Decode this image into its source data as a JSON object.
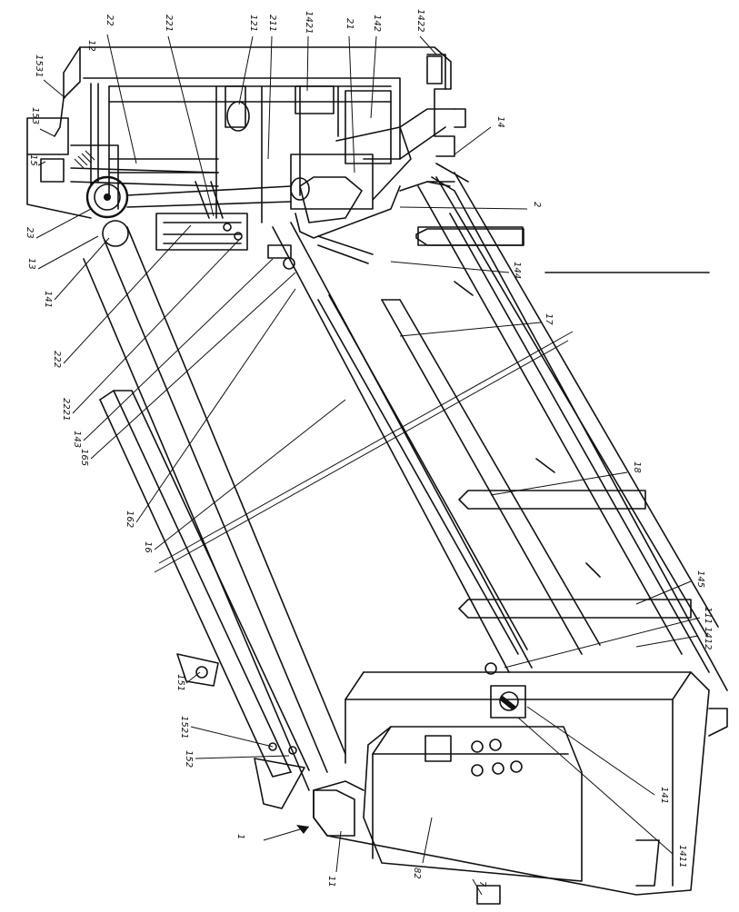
{
  "labels": [
    {
      "id": "l12",
      "text": "12"
    },
    {
      "id": "l22",
      "text": "22"
    },
    {
      "id": "l221",
      "text": "221"
    },
    {
      "id": "l121",
      "text": "121"
    },
    {
      "id": "l211",
      "text": "211"
    },
    {
      "id": "l1421",
      "text": "1421"
    },
    {
      "id": "l21",
      "text": "21"
    },
    {
      "id": "l142",
      "text": "142"
    },
    {
      "id": "l1422",
      "text": "1422"
    },
    {
      "id": "l1531",
      "text": "1531"
    },
    {
      "id": "l153",
      "text": "153"
    },
    {
      "id": "l15",
      "text": "15"
    },
    {
      "id": "l14",
      "text": "14"
    },
    {
      "id": "l2",
      "text": "2"
    },
    {
      "id": "l23",
      "text": "23"
    },
    {
      "id": "l13",
      "text": "13"
    },
    {
      "id": "l141a",
      "text": "141"
    },
    {
      "id": "l144",
      "text": "144"
    },
    {
      "id": "l17",
      "text": "17"
    },
    {
      "id": "l222",
      "text": "222"
    },
    {
      "id": "l2221",
      "text": "2221"
    },
    {
      "id": "l143",
      "text": "143"
    },
    {
      "id": "l165",
      "text": "165"
    },
    {
      "id": "l162",
      "text": "162"
    },
    {
      "id": "l16",
      "text": "16"
    },
    {
      "id": "l18",
      "text": "18"
    },
    {
      "id": "l145",
      "text": "145"
    },
    {
      "id": "l111",
      "text": "111"
    },
    {
      "id": "l1412",
      "text": "1412"
    },
    {
      "id": "l151",
      "text": "151"
    },
    {
      "id": "l1521",
      "text": "1521"
    },
    {
      "id": "l152",
      "text": "152"
    },
    {
      "id": "l141b",
      "text": "141"
    },
    {
      "id": "l1411",
      "text": "1411"
    },
    {
      "id": "l1",
      "text": "1"
    },
    {
      "id": "l11",
      "text": "11"
    },
    {
      "id": "l82",
      "text": "82"
    },
    {
      "id": "l7",
      "text": "7"
    }
  ]
}
